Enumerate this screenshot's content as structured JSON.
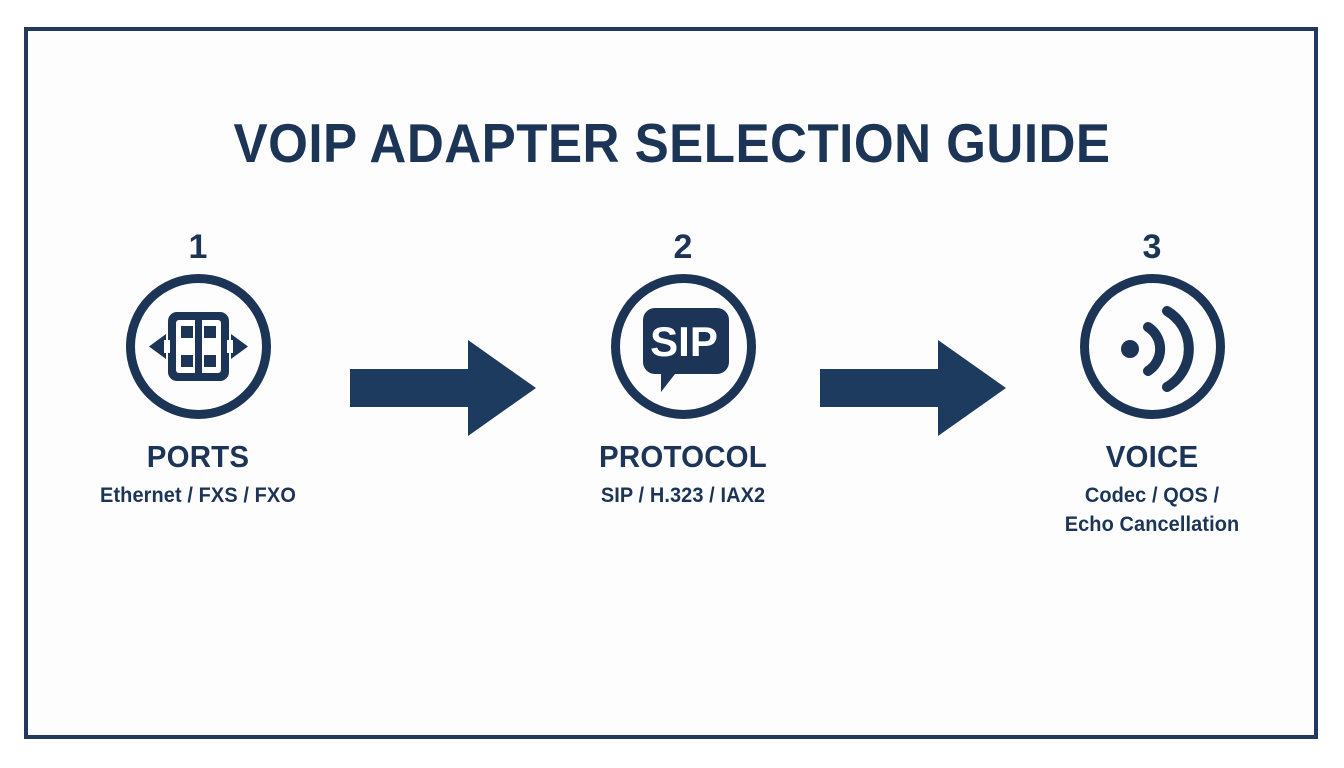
{
  "page": {
    "title": "VOIP ADAPTER SELECTION GUIDE",
    "frame_color": "#22385c",
    "accent_color": "#1c3557",
    "background_color": "#ffffff"
  },
  "steps": [
    {
      "number": "1",
      "icon": "network-ports-icon",
      "label": "PORTS",
      "description_lines": [
        "Ethernet / FXS / FXO"
      ]
    },
    {
      "number": "2",
      "icon": "sip-speech-bubble-icon",
      "icon_text": "SIP",
      "label": "PROTOCOL",
      "description_lines": [
        "SIP / H.323 / IAX2"
      ]
    },
    {
      "number": "3",
      "icon": "voice-wave-icon",
      "label": "VOICE",
      "description_lines": [
        "Codec / QOS /",
        "Echo Cancellation"
      ]
    }
  ],
  "connectors": [
    {
      "name": "arrow-1",
      "direction": "right"
    },
    {
      "name": "arrow-2",
      "direction": "right"
    }
  ]
}
